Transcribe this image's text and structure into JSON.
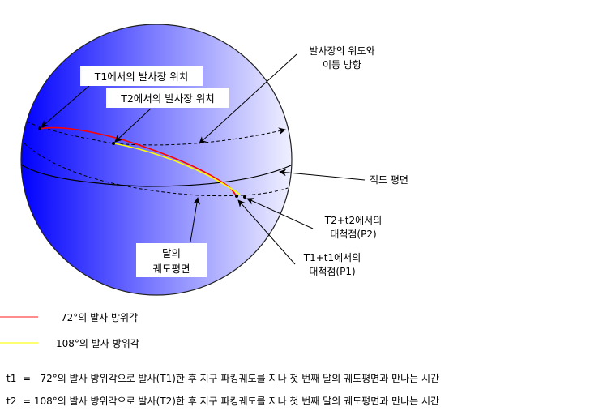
{
  "labels": {
    "t1_site": "T1에서의 발사장 위치",
    "t2_site": "T2에서의 발사장 위치",
    "latitude_direction": [
      "발사장의 위도와",
      "이동 방향"
    ],
    "equator_plane": "적도 평면",
    "p2": [
      "T2+t2에서의",
      "대척점(P2)"
    ],
    "p1": [
      "T1+t1에서의",
      "대척점(P1)"
    ],
    "moon_plane": [
      "달의",
      "궤도평면"
    ]
  },
  "legend": [
    {
      "label": "72°의 발사 방위각",
      "color": "#ff0000"
    },
    {
      "label": "108°의 발사 방위각",
      "color": "#ffff00"
    }
  ],
  "notes": [
    "t1  =   72°의 발사 방위각으로 발사(T1)한 후 지구 파킹궤도를 지나 첫 번째 달의 궤도평면과 만나는 시간",
    "t2  = 108°의 발사 방위각으로 발사(T2)한 후 지구 파킹궤도를 지나 첫 번째 달의 궤도평면과 만나는 시간"
  ]
}
